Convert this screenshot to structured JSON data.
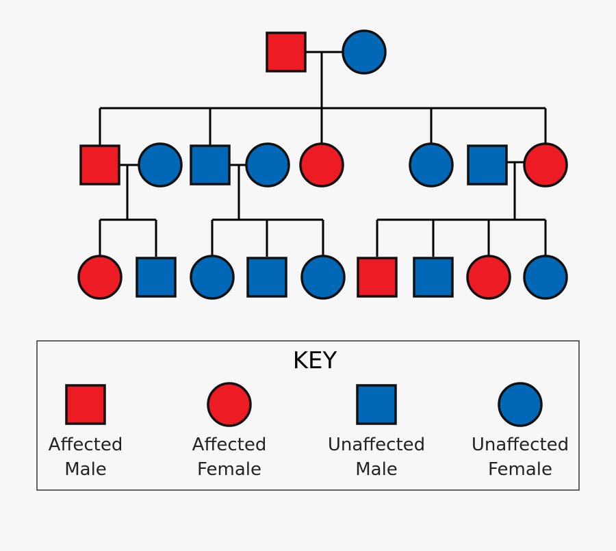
{
  "colors": {
    "affected": "#ed1c24",
    "unaffected": "#0068b7",
    "outline": "#111111",
    "line": "#000000"
  },
  "key": {
    "title": "KEY",
    "items": [
      {
        "shape": "square",
        "status": "affected",
        "label_lines": [
          "Affected",
          "Male"
        ]
      },
      {
        "shape": "circle",
        "status": "affected",
        "label_lines": [
          "Affected",
          "Female"
        ]
      },
      {
        "shape": "square",
        "status": "unaffected",
        "label_lines": [
          "Unaffected",
          "Male"
        ]
      },
      {
        "shape": "circle",
        "status": "unaffected",
        "label_lines": [
          "Unaffected",
          "Female"
        ]
      }
    ]
  },
  "pedigree": {
    "generations": [
      [
        {
          "id": "g1-father",
          "sex": "male",
          "status": "affected"
        },
        {
          "id": "g1-mother",
          "sex": "female",
          "status": "unaffected"
        }
      ],
      [
        {
          "id": "g2-son-1",
          "sex": "male",
          "status": "affected"
        },
        {
          "id": "g2-son-1-spouse",
          "sex": "female",
          "status": "unaffected"
        },
        {
          "id": "g2-son-2",
          "sex": "male",
          "status": "unaffected"
        },
        {
          "id": "g2-son-2-spouse",
          "sex": "female",
          "status": "unaffected"
        },
        {
          "id": "g2-daughter-1",
          "sex": "female",
          "status": "affected"
        },
        {
          "id": "g2-daughter-2",
          "sex": "female",
          "status": "unaffected"
        },
        {
          "id": "g2-daughter-3-spouse",
          "sex": "male",
          "status": "unaffected"
        },
        {
          "id": "g2-daughter-3",
          "sex": "female",
          "status": "affected"
        }
      ],
      [
        {
          "id": "g3-child-1",
          "sex": "female",
          "status": "affected"
        },
        {
          "id": "g3-child-2",
          "sex": "male",
          "status": "unaffected"
        },
        {
          "id": "g3-child-3",
          "sex": "female",
          "status": "unaffected"
        },
        {
          "id": "g3-child-4",
          "sex": "male",
          "status": "unaffected"
        },
        {
          "id": "g3-child-5",
          "sex": "female",
          "status": "unaffected"
        },
        {
          "id": "g3-child-6",
          "sex": "male",
          "status": "affected"
        },
        {
          "id": "g3-child-7",
          "sex": "male",
          "status": "unaffected"
        },
        {
          "id": "g3-child-8",
          "sex": "female",
          "status": "affected"
        },
        {
          "id": "g3-child-9",
          "sex": "female",
          "status": "unaffected"
        }
      ]
    ]
  }
}
